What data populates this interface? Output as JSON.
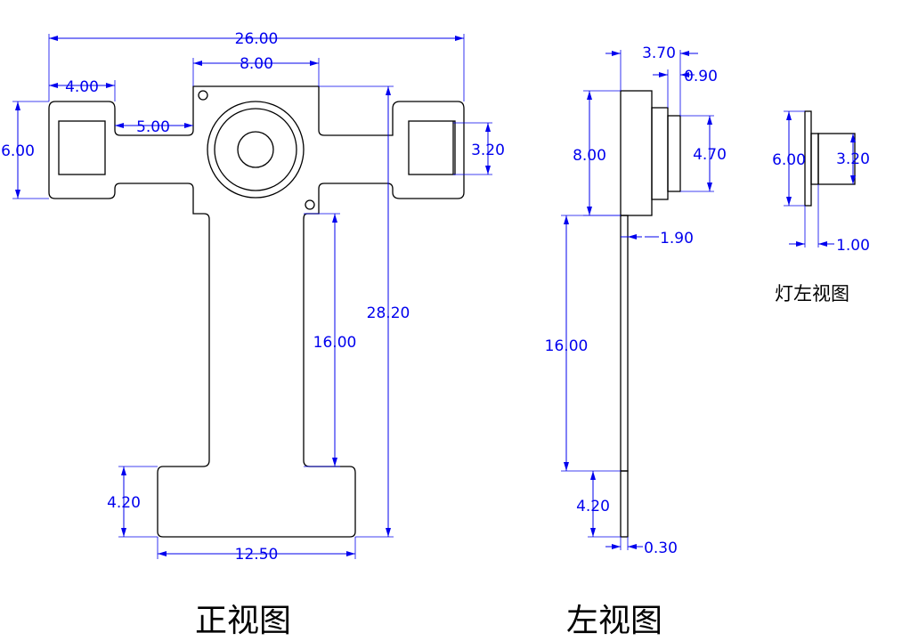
{
  "views": {
    "front": {
      "caption": "正视图"
    },
    "left": {
      "caption": "左视图"
    },
    "lamp_left": {
      "caption": "灯左视图"
    }
  },
  "dimensions": {
    "front": {
      "total_width": "26.00",
      "lens_block_width": "8.00",
      "wing_pad_width": "4.00",
      "wing_gap": "5.00",
      "wing_height": "6.00",
      "right_pad": "3.20",
      "stem_length": "16.00",
      "total_height": "28.20",
      "bottom_height": "4.20",
      "bottom_width": "12.50"
    },
    "left": {
      "lens_depth": "3.70",
      "lens_step": "0.90",
      "block_height": "8.00",
      "lens_height": "4.70",
      "board_thickness": "1.90",
      "stem_length": "16.00",
      "bottom_height": "4.20",
      "fpc_thickness": "0.30"
    },
    "lamp_left": {
      "height": "6.00",
      "led_height": "3.20",
      "thickness": "1.00"
    }
  },
  "colors": {
    "outline": "#000000",
    "dimension": "#0000ee",
    "background": "#ffffff"
  }
}
